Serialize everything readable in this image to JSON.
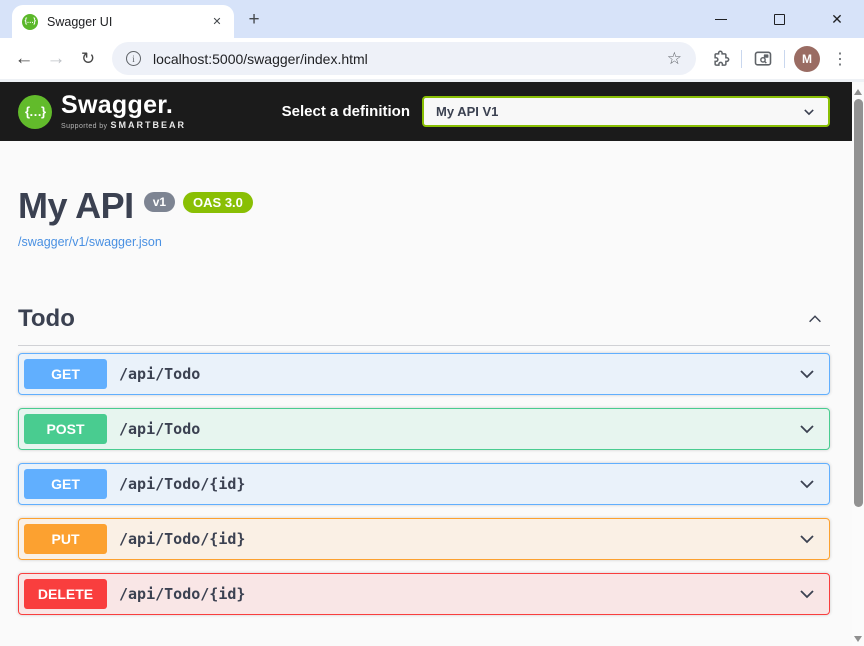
{
  "browser": {
    "tab_title": "Swagger UI",
    "url": "localhost:5000/swagger/index.html",
    "avatar_initial": "M"
  },
  "icons": {
    "back": "←",
    "forward": "→",
    "reload": "↻",
    "new_tab": "+",
    "tab_close": "✕",
    "window_close": "✕",
    "star": "☆",
    "kebab": "⋮",
    "info": "i",
    "favicon_braces": "{…}",
    "logo_braces": "{…}"
  },
  "topbar": {
    "brand": "Swagger.",
    "supported_by_prefix": "Supported by",
    "supported_by_brand": "SMARTBEAR",
    "select_label": "Select a definition",
    "selected_definition": "My API V1"
  },
  "api": {
    "title": "My API",
    "version_badge": "v1",
    "oas_badge": "OAS 3.0",
    "spec_link": "/swagger/v1/swagger.json"
  },
  "section": {
    "title": "Todo"
  },
  "endpoints": [
    {
      "method": "GET",
      "path": "/api/Todo",
      "color": "#61affe"
    },
    {
      "method": "POST",
      "path": "/api/Todo",
      "color": "#49cc90"
    },
    {
      "method": "GET",
      "path": "/api/Todo/{id}",
      "color": "#61affe"
    },
    {
      "method": "PUT",
      "path": "/api/Todo/{id}",
      "color": "#fca130"
    },
    {
      "method": "DELETE",
      "path": "/api/Todo/{id}",
      "color": "#f93e3e"
    }
  ],
  "colors": {
    "get": "#61affe",
    "post": "#49cc90",
    "put": "#fca130",
    "delete": "#f93e3e",
    "accent_green": "#89bf04",
    "topbar_bg": "#1b1b1b",
    "heading_text": "#3b4151",
    "link": "#4990e2"
  }
}
